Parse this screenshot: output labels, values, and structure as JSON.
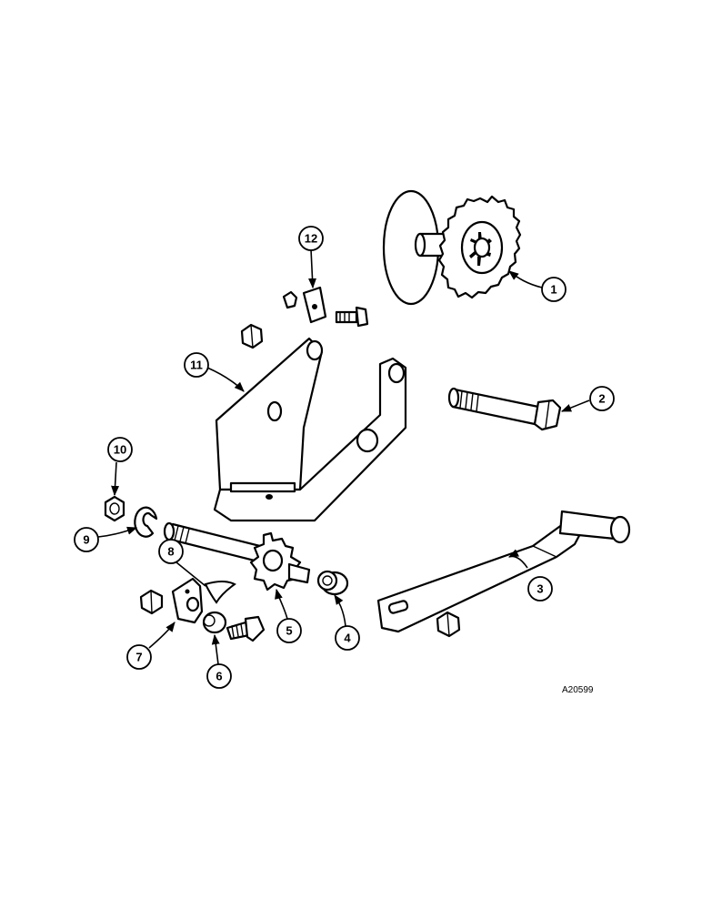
{
  "callouts": [
    {
      "number": "1"
    },
    {
      "number": "2"
    },
    {
      "number": "3"
    },
    {
      "number": "4"
    },
    {
      "number": "5"
    },
    {
      "number": "6"
    },
    {
      "number": "7"
    },
    {
      "number": "8"
    },
    {
      "number": "9"
    },
    {
      "number": "10"
    },
    {
      "number": "11"
    },
    {
      "number": "12"
    }
  ],
  "reference_code": "A20599"
}
